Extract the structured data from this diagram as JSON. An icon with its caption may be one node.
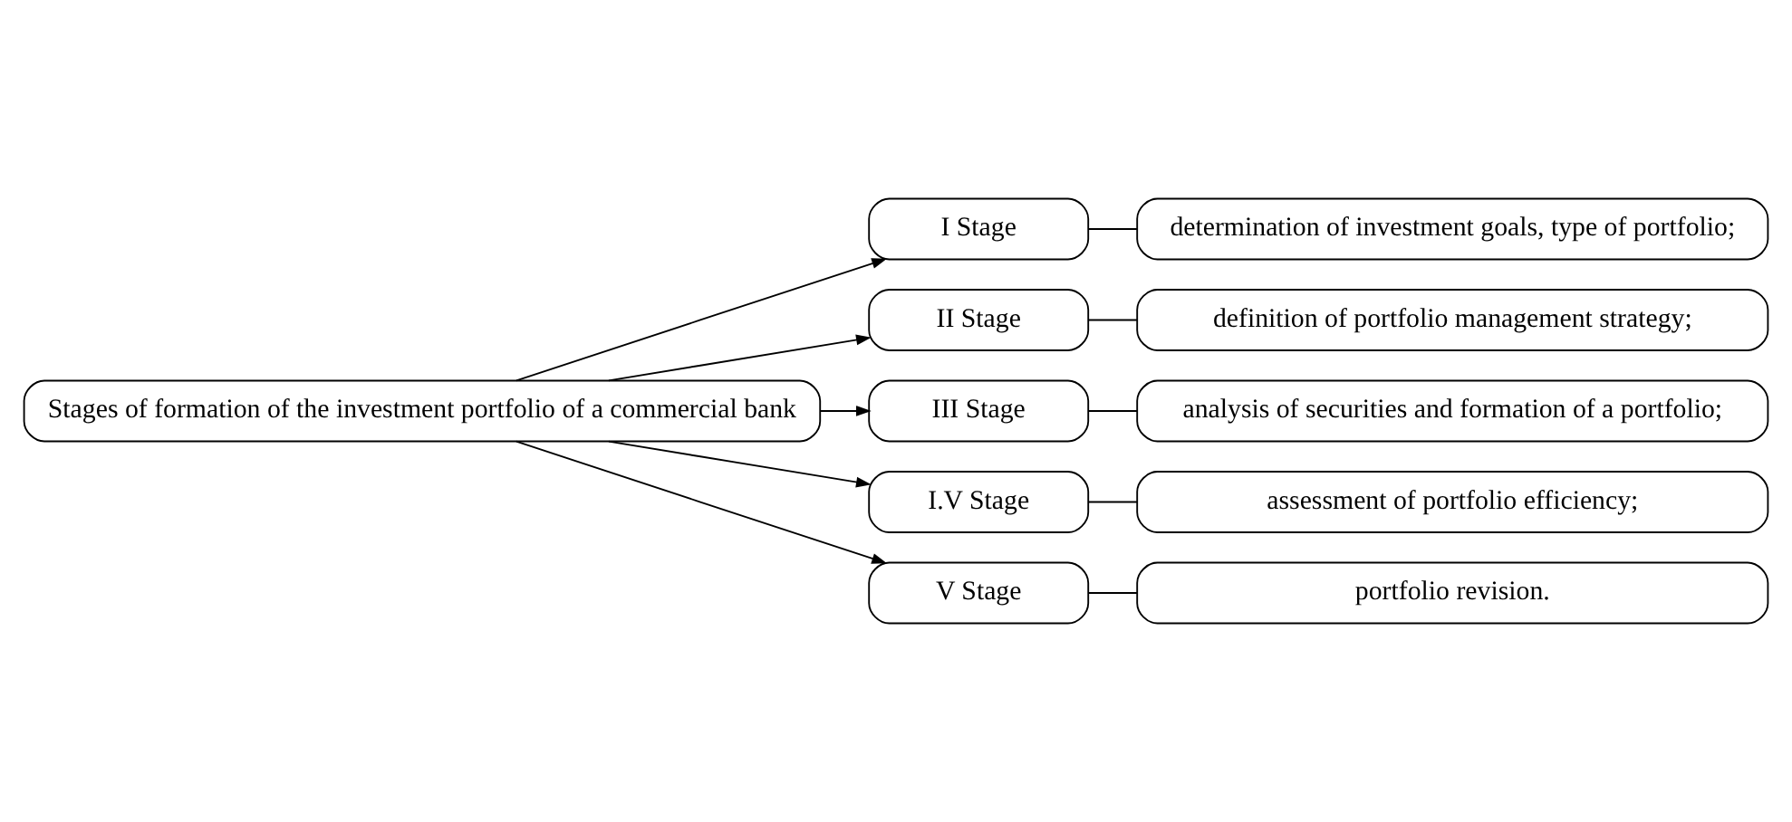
{
  "diagram": {
    "nodes": [
      {
        "text": [
          "Stages of formation of the investment portfolio of a commercial bank"
        ]
      },
      {
        "text": [
          "I Stage"
        ]
      },
      {
        "text": [
          "determination of investment goals, type of portfolio;"
        ]
      },
      {
        "text": [
          "II Stage"
        ]
      },
      {
        "text": [
          "definition of portfolio management strategy;"
        ]
      },
      {
        "text": [
          "III Stage"
        ]
      },
      {
        "text": [
          "analysis of securities and formation of a portfolio;"
        ]
      },
      {
        "text": [
          "I.V Stage"
        ]
      },
      {
        "text": [
          "assessment of portfolio efficiency;"
        ]
      },
      {
        "text": [
          "V Stage"
        ]
      },
      {
        "text": [
          "portfolio revision."
        ]
      }
    ],
    "edges": [
      {
        "from": 0,
        "to": 1,
        "arrow": "to"
      },
      {
        "from": 0,
        "to": 3,
        "arrow": "to"
      },
      {
        "from": 0,
        "to": 5,
        "arrow": "to"
      },
      {
        "from": 0,
        "to": 7,
        "arrow": "to"
      },
      {
        "from": 0,
        "to": 9,
        "arrow": "to"
      },
      {
        "from": 1,
        "to": 2,
        "arrow": "none"
      },
      {
        "from": 3,
        "to": 4,
        "arrow": "none"
      },
      {
        "from": 5,
        "to": 6,
        "arrow": "none"
      },
      {
        "from": 7,
        "to": 8,
        "arrow": "none"
      },
      {
        "from": 9,
        "to": 10,
        "arrow": "none"
      }
    ]
  }
}
